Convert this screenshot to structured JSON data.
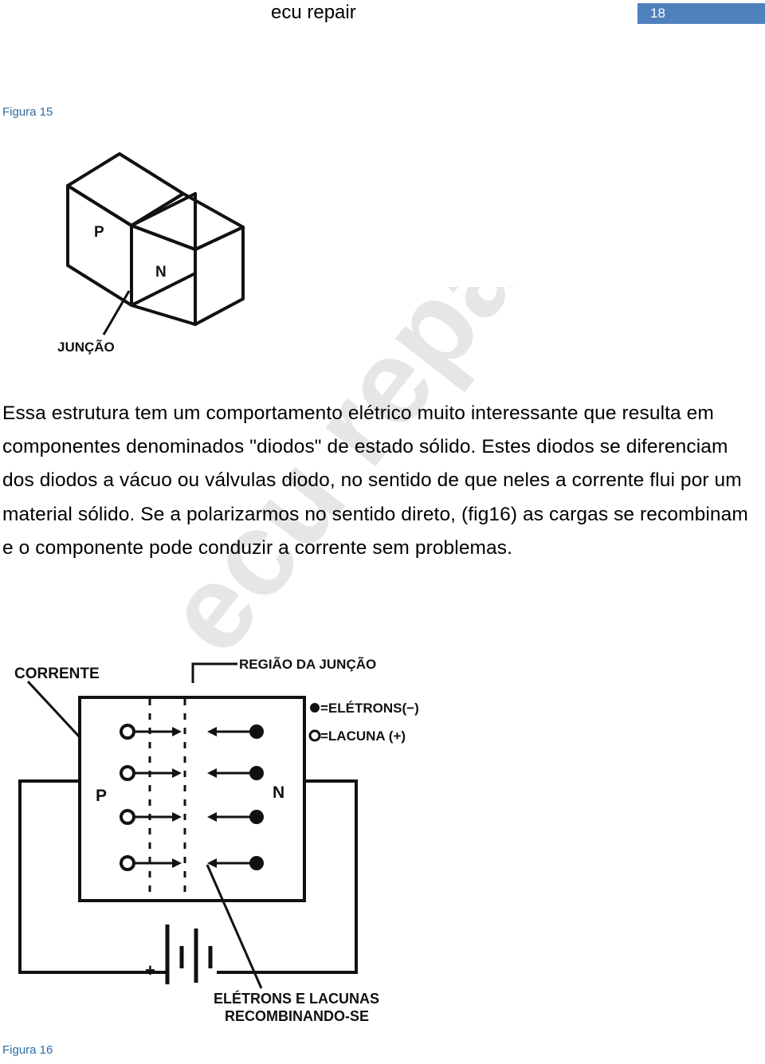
{
  "header": {
    "title": "ecu repair",
    "page_number": "18"
  },
  "figure15": {
    "caption": "Figura 15",
    "label_p": "P",
    "label_n": "N",
    "label_junction": "JUNÇÃO"
  },
  "paragraph": {
    "text": "Essa estrutura tem um comportamento elétrico muito interessante que resulta em componentes denominados \"diodos\" de estado sólido. Estes diodos se diferenciam dos diodos a vácuo ou válvulas diodo, no sentido de que neles a corrente flui por um material sólido. Se a polarizarmos no sentido direto, (fig16) as cargas se recombinam e o componente pode conduzir a corrente sem problemas."
  },
  "figure16": {
    "caption": "Figura 16",
    "label_current": "CORRENTE",
    "label_region": "REGIÃO DA JUNÇÃO",
    "legend_electrons": "=ELÉTRONS(−)",
    "legend_holes": "=LACUNA (+)",
    "label_p": "P",
    "label_n": "N",
    "label_plus": "+",
    "label_recombining_1": "ELÉTRONS E LACUNAS",
    "label_recombining_2": "RECOMBINANDO-SE"
  },
  "watermark": {
    "text": "ecu repair",
    "color": "#d0d0d0"
  },
  "colors": {
    "accent": "#4f81bd",
    "caption": "#2e6da4"
  }
}
